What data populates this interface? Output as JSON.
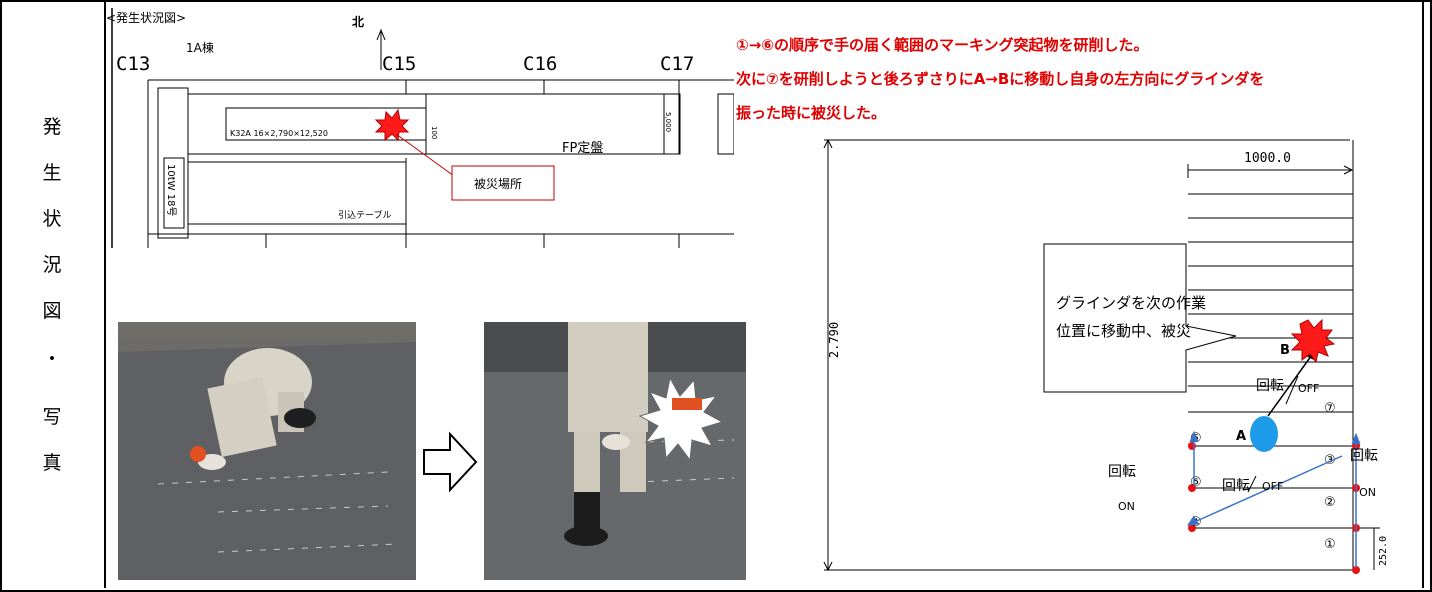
{
  "side_label": [
    "発",
    "生",
    "状",
    "況",
    "図",
    "・",
    "写",
    "真"
  ],
  "map": {
    "title": "<発生状況図>",
    "north": "北",
    "building": "1A棟",
    "columns": [
      "C13",
      "C15",
      "C16",
      "C17"
    ],
    "plate_label": "K32A 16×2,790×12,520",
    "platform": "FP定盤",
    "dim_small": "100",
    "dim_5000": "5,000",
    "crane": "10tW 18号",
    "table": "引込テーブル",
    "callout": "被災場所"
  },
  "description": [
    "①→⑥の順序で手の届く範囲のマーキング突起物を研削した。",
    "次に⑦を研削しようと後ろずさりにA→Bに移動し自身の左方向にグラインダを",
    "振った時に被災した。"
  ],
  "diagram": {
    "width_dim": "1000.0",
    "height_dim": "2.790",
    "pitch_dim": "252.0",
    "callout_line1": "グラインダを次の作業",
    "callout_line2": "位置に移動中、被災",
    "point_a": "A",
    "point_b": "B",
    "rotate": "回転",
    "off": "OFF",
    "on": "ON",
    "markers": [
      "①",
      "②",
      "③",
      "④",
      "⑤",
      "⑥",
      "⑦"
    ]
  },
  "colors": {
    "red_text": "#e00000",
    "marker_red": "#e81010",
    "arrow_blue": "#3a72c8",
    "circle_blue": "#1e9be8"
  }
}
